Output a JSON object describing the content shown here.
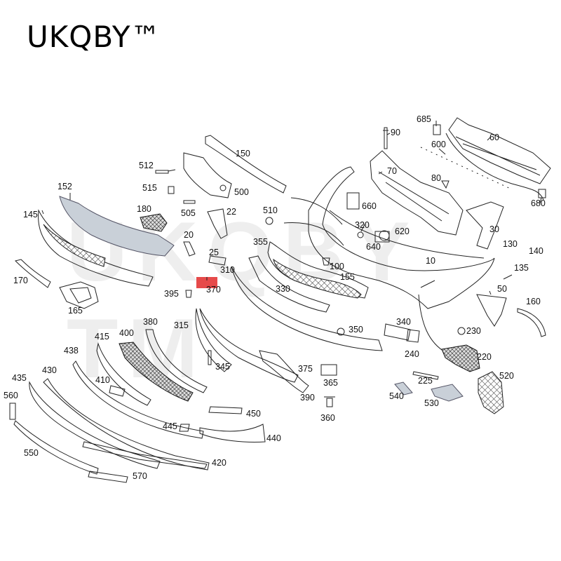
{
  "brand": "UKQBY™",
  "watermark_text": "UKQBY TM",
  "colors": {
    "highlight": "#e64a4a",
    "part_fill": "#c9d0d8",
    "line": "#222222"
  },
  "labels": {
    "l10": "10",
    "l20": "20",
    "l22": "22",
    "l25": "25",
    "l30": "30",
    "l50": "50",
    "l60": "60",
    "l70": "70",
    "l80": "80",
    "l90": "90",
    "l100": "100",
    "l130": "130",
    "l135": "135",
    "l140": "140",
    "l145": "145",
    "l150": "150",
    "l152": "152",
    "l155": "155",
    "l160": "160",
    "l165": "165",
    "l170": "170",
    "l180": "180",
    "l220": "220",
    "l225": "225",
    "l230": "230",
    "l240": "240",
    "l310": "310",
    "l315": "315",
    "l320": "320",
    "l330": "330",
    "l340": "340",
    "l345": "345",
    "l350": "350",
    "l355": "355",
    "l360": "360",
    "l365": "365",
    "l370": "370",
    "l375": "375",
    "l380": "380",
    "l390": "390",
    "l395": "395",
    "l400": "400",
    "l410": "410",
    "l415": "415",
    "l420": "420",
    "l430": "430",
    "l435": "435",
    "l438": "438",
    "l440": "440",
    "l445": "445",
    "l450": "450",
    "l500": "500",
    "l505": "505",
    "l510": "510",
    "l512": "512",
    "l515": "515",
    "l520": "520",
    "l530": "530",
    "l540": "540",
    "l550": "550",
    "l560": "560",
    "l570": "570",
    "l600": "600",
    "l620": "620",
    "l640": "640",
    "l660": "660",
    "l680": "680",
    "l685": "685"
  }
}
